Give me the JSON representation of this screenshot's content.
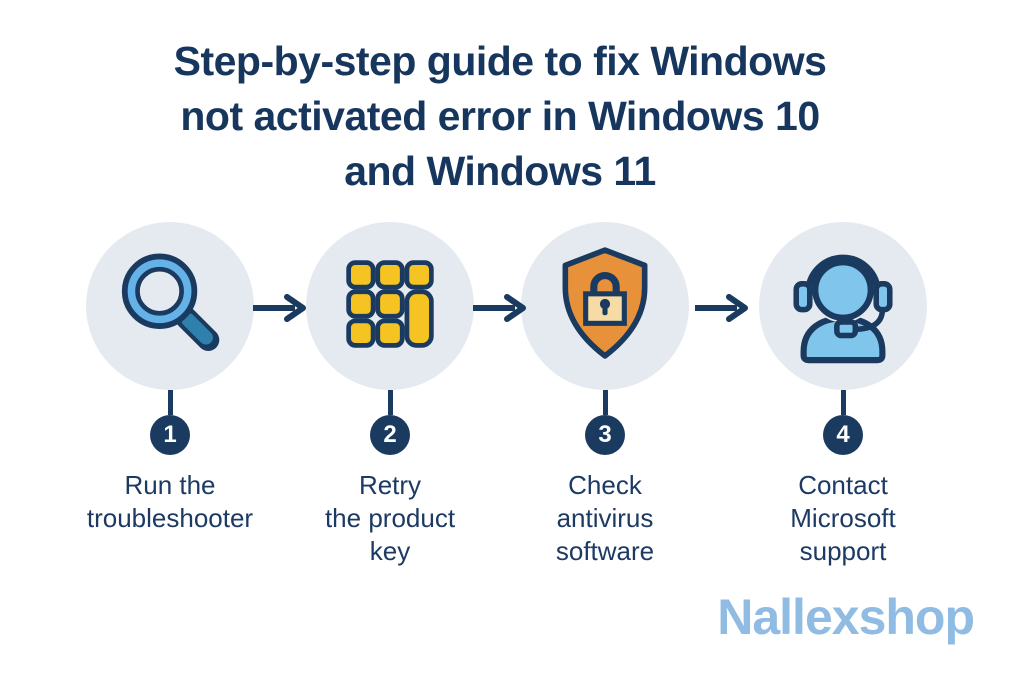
{
  "title": {
    "text": "Step-by-step guide to fix Windows\nnot activated error in Windows 10\nand Windows 11"
  },
  "steps": [
    {
      "number": "1",
      "label": "Run the\ntroubleshooter",
      "icon": "magnifier-icon"
    },
    {
      "number": "2",
      "label": "Retry\nthe product\nkey",
      "icon": "keypad-icon"
    },
    {
      "number": "3",
      "label": "Check\nantivirus\nsoftware",
      "icon": "shield-lock-icon"
    },
    {
      "number": "4",
      "label": "Contact\nMicrosoft\nsupport",
      "icon": "support-agent-icon"
    }
  ],
  "watermark": {
    "text": "Nallexshop"
  },
  "colors": {
    "navy": "#1b3a5f",
    "title_navy": "#17365e",
    "circle_bg": "#e5eaf1",
    "magnifier_ring_blue": "#64b2e8",
    "magnifier_handle_teal": "#2f81ad",
    "keypad_yellow": "#f6c422",
    "shield_orange": "#e8913b",
    "lock_body_cream": "#f7dba4",
    "person_blue": "#7fc5ec",
    "badge_bg": "#1b3a5f",
    "badge_text": "#ffffff",
    "watermark_blue": "#90bbe2"
  }
}
